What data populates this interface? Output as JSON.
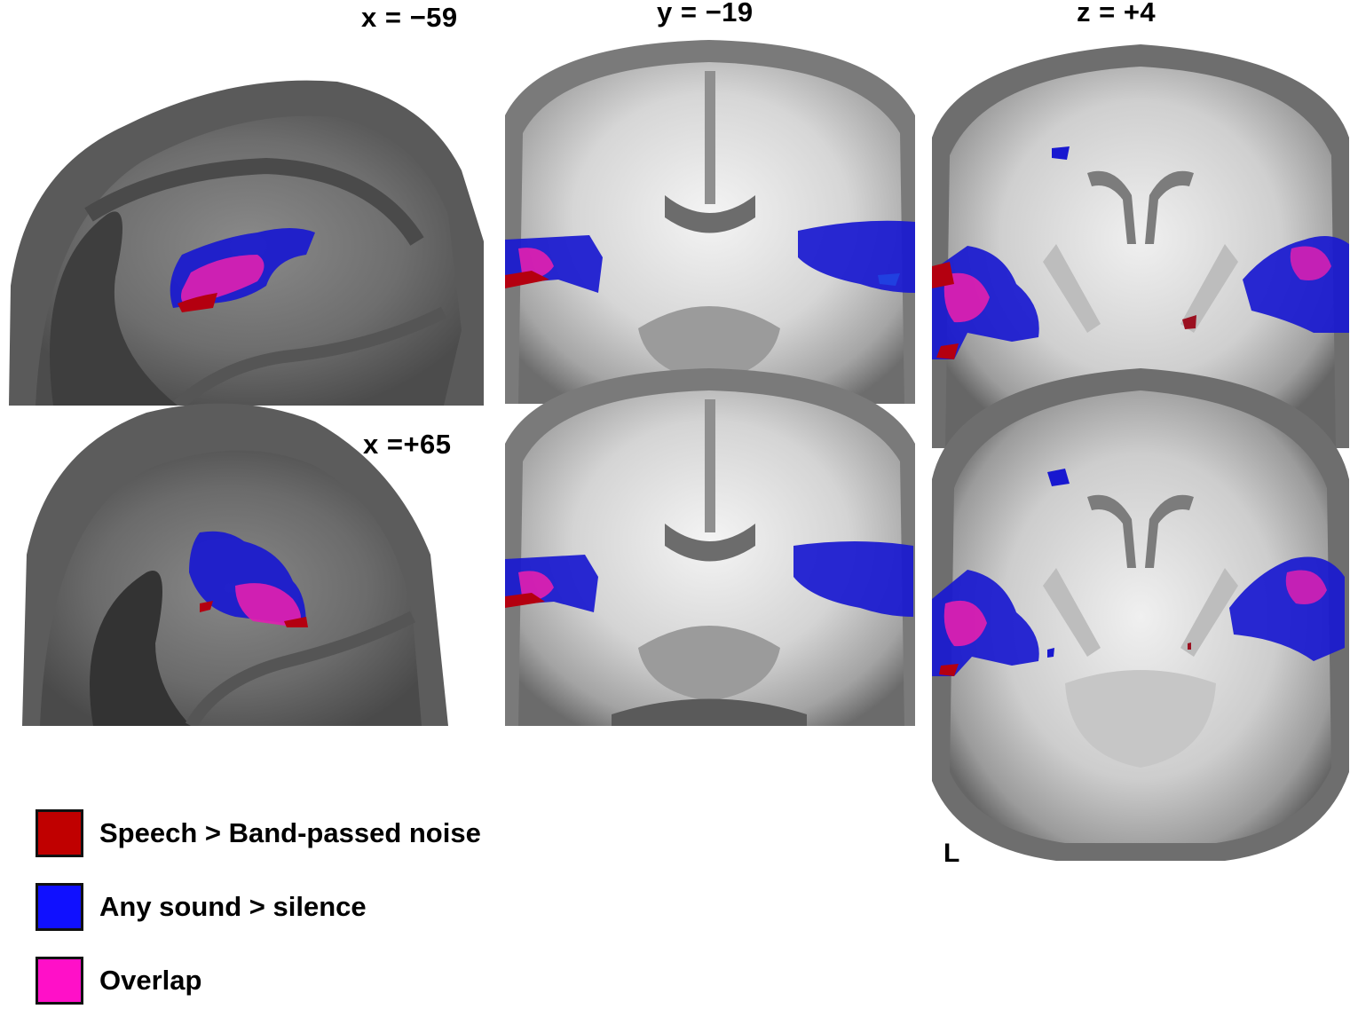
{
  "labels": {
    "sagittal_left": "x = −59",
    "sagittal_right": "x =+65",
    "coronal": "y = −19",
    "axial": "z = +4",
    "hemisphere": "L"
  },
  "legend": [
    {
      "label": "Speech > Band-passed noise",
      "color": "#c00000"
    },
    {
      "label": "Any sound > silence",
      "color": "#1010ff"
    },
    {
      "label": "Overlap",
      "color": "#ff10c8"
    }
  ],
  "colors": {
    "speech": "#b40010",
    "sound": "#1818d0",
    "overlap": "#e020b0"
  }
}
